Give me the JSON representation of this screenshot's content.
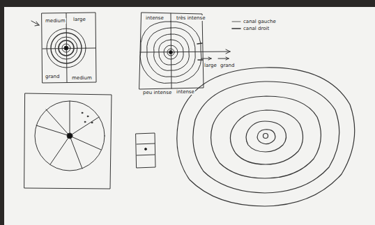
{
  "diagram": {
    "labels": [
      "medium",
      "large",
      "grand",
      "medium",
      "intense",
      "très intense",
      "peu intense",
      "intense",
      "large",
      "grand"
    ],
    "legend": [
      {
        "text": "canal gauche"
      },
      {
        "text": "canal droit"
      }
    ]
  }
}
